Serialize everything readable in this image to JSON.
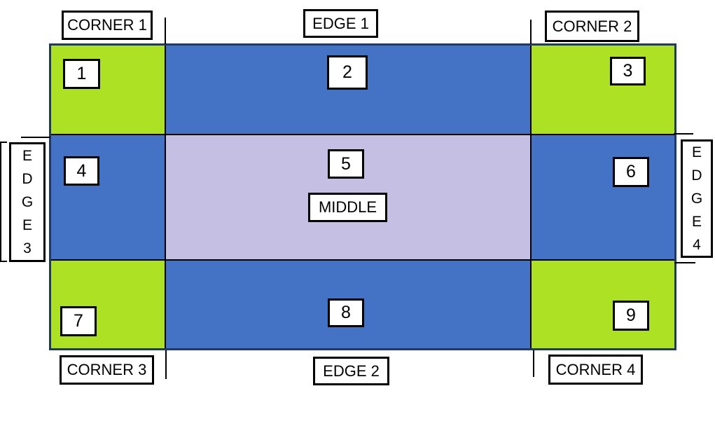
{
  "diagram": {
    "outer_labels": {
      "corner1": "CORNER 1",
      "edge1": "EDGE 1",
      "corner2": "CORNER 2",
      "edge3_vertical": "E\nD\nG\nE\n3",
      "edge4_vertical": "E\nD\nG\nE\n4",
      "corner3": "CORNER 3",
      "edge2": "EDGE 2",
      "corner4": "CORNER 4"
    },
    "middle_label": "MIDDLE",
    "cells": [
      {
        "number": "1",
        "region": "corner"
      },
      {
        "number": "2",
        "region": "edge"
      },
      {
        "number": "3",
        "region": "corner"
      },
      {
        "number": "4",
        "region": "edge"
      },
      {
        "number": "5",
        "region": "middle"
      },
      {
        "number": "6",
        "region": "edge"
      },
      {
        "number": "7",
        "region": "corner"
      },
      {
        "number": "8",
        "region": "edge"
      },
      {
        "number": "9",
        "region": "corner"
      }
    ],
    "colors": {
      "corner_fill": "#ADE124",
      "edge_fill": "#4472C4",
      "middle_fill": "#C6BFE4",
      "outer_border": "#1F3864",
      "line": "#000000"
    }
  }
}
